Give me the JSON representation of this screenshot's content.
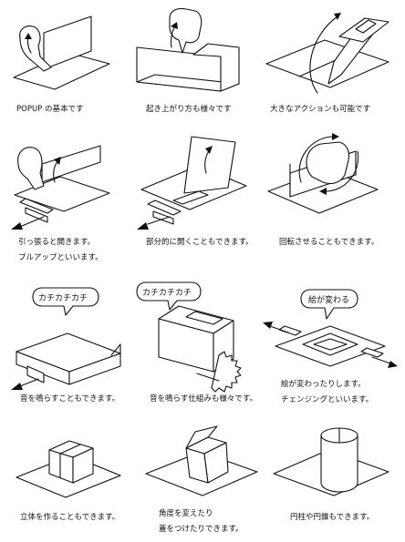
{
  "panels": [
    {
      "id": "popup-basic",
      "lines": [
        "POPUP の基本です"
      ]
    },
    {
      "id": "popup-rising",
      "lines": [
        "起き上がり方も様々です"
      ]
    },
    {
      "id": "popup-big-action",
      "lines": [
        "大きなアクションも可能です"
      ]
    },
    {
      "id": "popup-pull",
      "lines": [
        "引っ張ると開きます。",
        "プルアップといいます。"
      ]
    },
    {
      "id": "popup-partial",
      "lines": [
        "部分的に開くこともできます。"
      ]
    },
    {
      "id": "popup-rotate",
      "lines": [
        "回転させることもできます。"
      ]
    },
    {
      "id": "popup-sound",
      "lines": [
        "音を鳴らすこともできます。"
      ],
      "bubble": "カチカチカチ"
    },
    {
      "id": "popup-sound-mechanism",
      "lines": [
        "音を鳴らす仕組みも様々です。"
      ],
      "bubble": "カチカチカチ"
    },
    {
      "id": "popup-picture-change",
      "lines": [
        "絵が変わったりします。",
        "チェンジングといいます。"
      ],
      "bubble": "絵が変わる"
    },
    {
      "id": "popup-solid",
      "lines": [
        "立体を作ることもできます。"
      ]
    },
    {
      "id": "popup-angle-lid",
      "lines": [
        "角度を変えたり",
        "蓋をつけたりできます。"
      ]
    },
    {
      "id": "popup-cylinder-cone",
      "lines": [
        "円柱や円錐もできます。"
      ]
    }
  ]
}
